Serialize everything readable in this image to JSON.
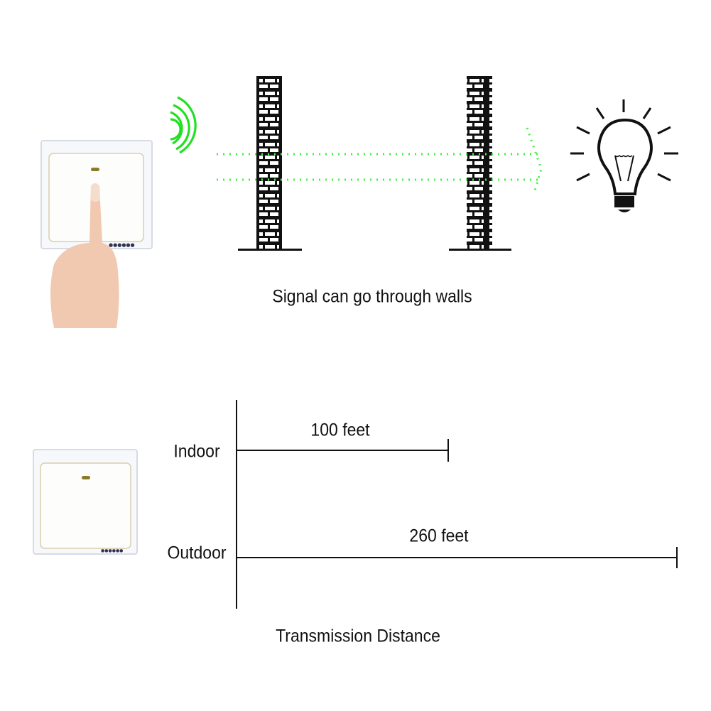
{
  "top": {
    "caption": "Signal can go through walls",
    "signal_color": "#22e022"
  },
  "bottom": {
    "caption": "Transmission Distance",
    "rows": [
      {
        "label": "Indoor",
        "distance_label": "100 feet",
        "distance_feet": 100
      },
      {
        "label": "Outdoor",
        "distance_label": "260 feet",
        "distance_feet": 260
      }
    ]
  }
}
